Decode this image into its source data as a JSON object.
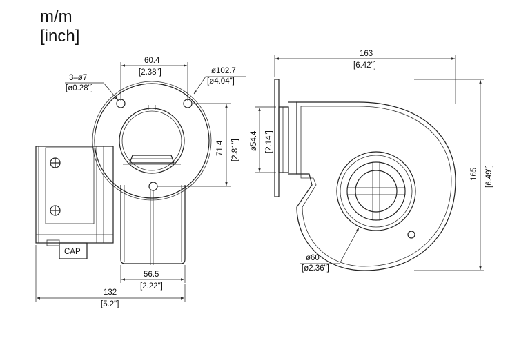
{
  "units": {
    "line1": "m/m",
    "line2": "[inch]"
  },
  "left_view": {
    "hole_spacing": {
      "mm": "60.4",
      "inch": "[2.38\"]"
    },
    "mount_holes": {
      "mm": "3–ø7",
      "inch": "[ø0.28\"]"
    },
    "flange_dia": {
      "mm": "ø102.7",
      "inch": "[ø4.04\"]"
    },
    "hole_height": {
      "mm": "71.4",
      "inch": "[2.81\"]"
    },
    "housing_width": {
      "mm": "56.5",
      "inch": "[2.22\"]"
    },
    "overall_width": {
      "mm": "132",
      "inch": "[5.2\"]"
    },
    "cap_label": "CAP"
  },
  "right_view": {
    "overall_length": {
      "mm": "163",
      "inch": "[6.42\"]"
    },
    "outlet": {
      "mm": "ø54.4",
      "inch": "[2.14\"]"
    },
    "overall_height": {
      "mm": "165",
      "inch": "[6.49\"]"
    },
    "inlet": {
      "mm": "ø60",
      "inch": "[ø2.36\"]"
    }
  }
}
